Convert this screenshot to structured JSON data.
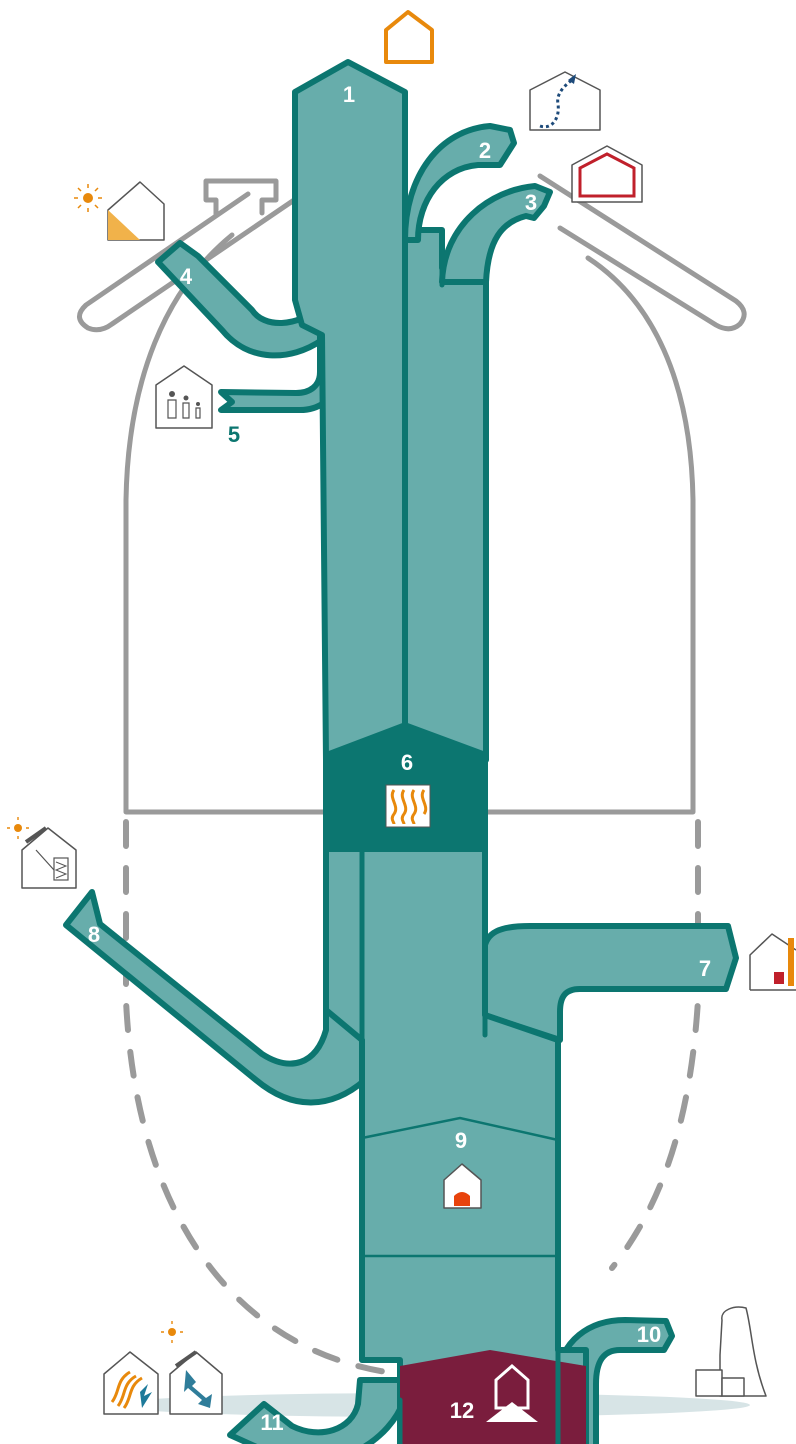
{
  "flows": [
    {
      "number": "1"
    },
    {
      "number": "2"
    },
    {
      "number": "3"
    },
    {
      "number": "4"
    },
    {
      "number": "5"
    },
    {
      "number": "6"
    },
    {
      "number": "7"
    },
    {
      "number": "8"
    },
    {
      "number": "9"
    },
    {
      "number": "10"
    },
    {
      "number": "11"
    },
    {
      "number": "12"
    }
  ],
  "icons": {
    "1": "house-outline-icon",
    "2": "air-leakage-house-icon",
    "3": "transmission-loss-house-icon",
    "4": "solar-gain-house-icon",
    "5": "internal-gains-people-icon",
    "6": "heating-demand-radiator-icon",
    "7": "hot-water-house-icon",
    "8": "solar-thermal-house-icon",
    "9": "system-house-icon",
    "10": "power-plant-icon",
    "11a": "solar-thermal-electric-icon",
    "11b": "photovoltaic-house-icon",
    "12": "primary-energy-house-icon"
  },
  "colors": {
    "flow_fill": "#67adab",
    "flow_stroke": "#0c7670",
    "heating_block": "#0c7670",
    "primary_block": "#7a1d3d",
    "envelope": "#9a9a9a",
    "accent_orange": "#e8890c",
    "accent_red": "#c0202b",
    "ground": "#d7e4e6"
  }
}
